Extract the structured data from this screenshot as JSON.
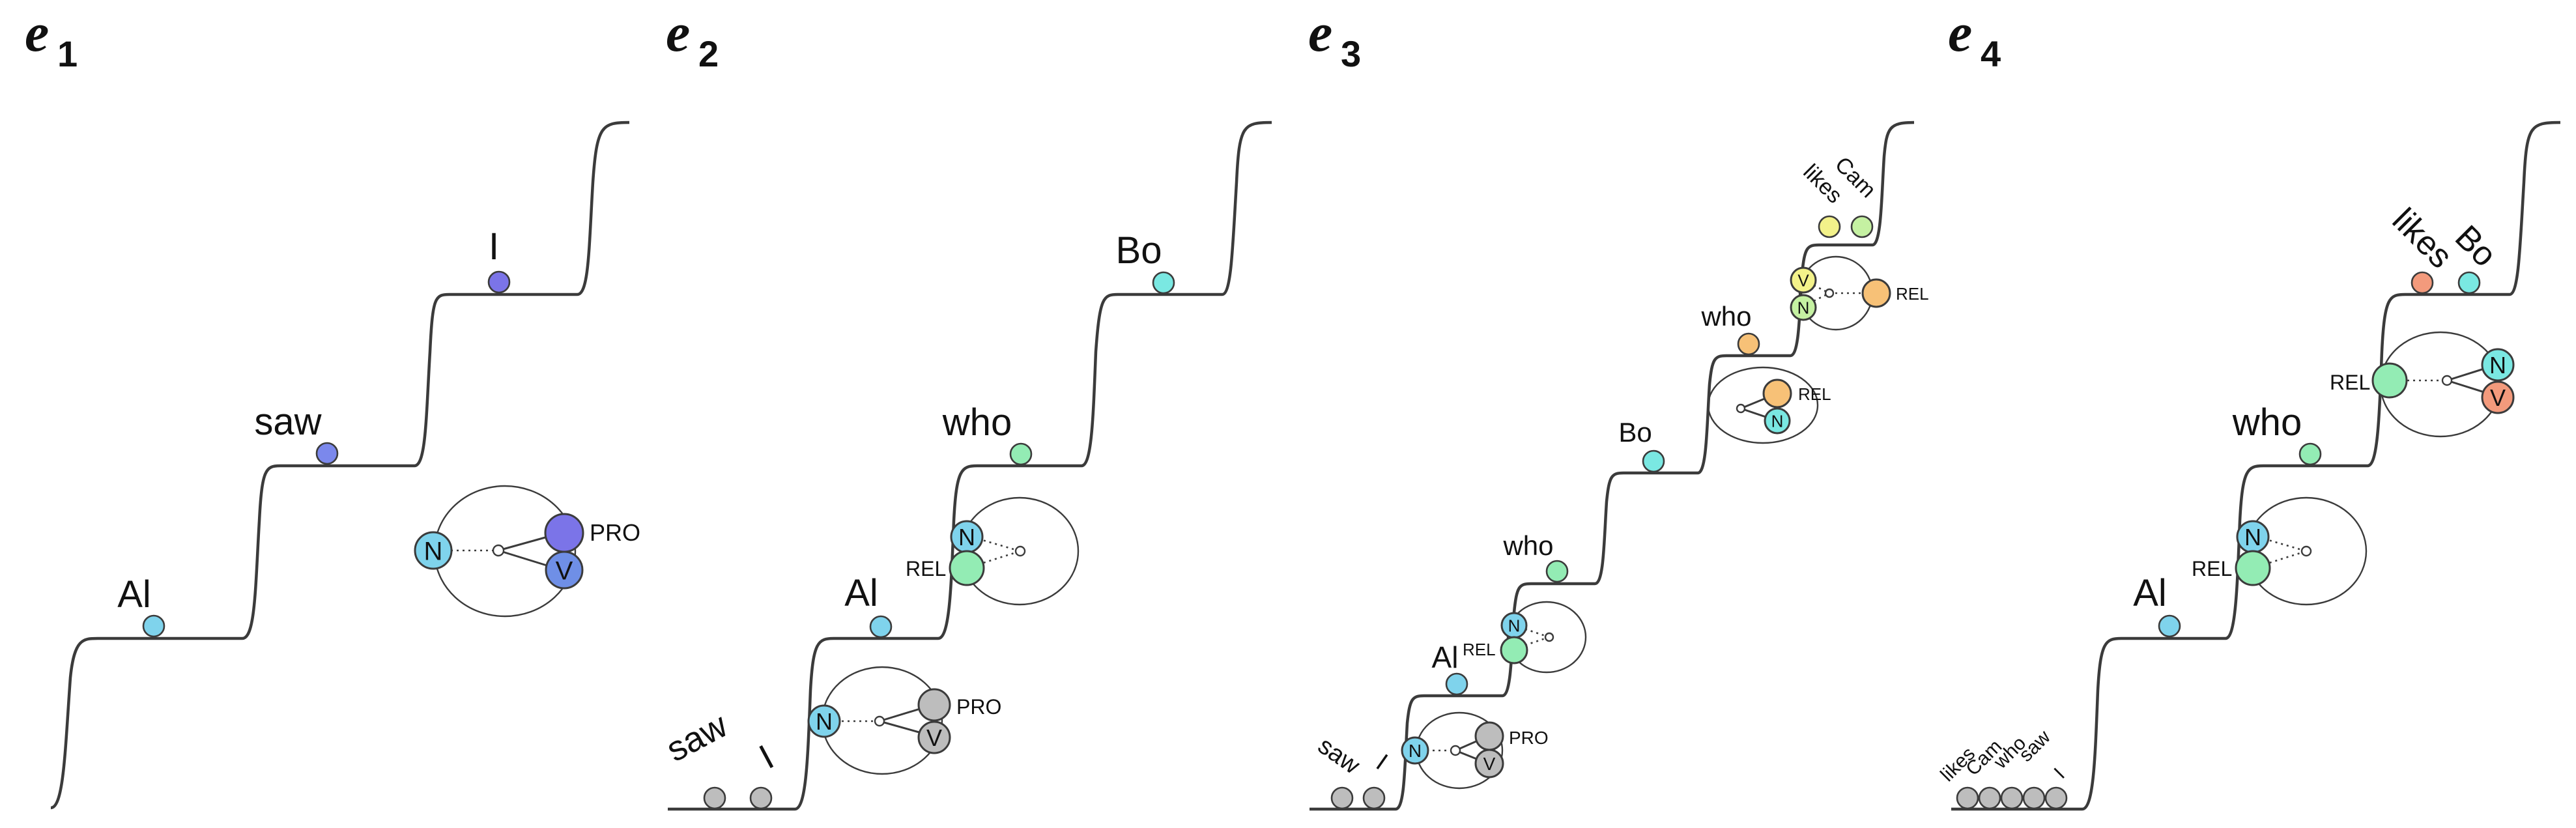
{
  "panels": [
    {
      "title": "e",
      "subscript": "1",
      "step_words": [
        "Al",
        "saw",
        "I"
      ],
      "step_colors": [
        "#7fd3ec",
        "#7b88ec",
        "#7b74e8"
      ],
      "baseline_words": [],
      "gizmos": [
        {
          "left_label": "N",
          "top_label": "",
          "bottom_label": "V",
          "side_text": "PRO",
          "left_color": "#7fd3ec",
          "top_color": "#7b74e8",
          "bottom_color": "#6f8fe6",
          "grey": false
        }
      ]
    },
    {
      "title": "e",
      "subscript": "2",
      "step_words": [
        "Al",
        "who",
        "Bo"
      ],
      "step_colors": [
        "#7fd3ec",
        "#93ecb4",
        "#7ae8e2"
      ],
      "baseline_words": [
        "saw",
        "I"
      ],
      "gizmos": [
        {
          "left_label": "N",
          "top_label": "",
          "bottom_label": "V",
          "side_text": "PRO",
          "left_color": "#7fd3ec",
          "top_color": "#bdbdbd",
          "bottom_color": "#bdbdbd",
          "grey": true
        },
        {
          "left_label": "N",
          "bottom_label": "",
          "side_text": "REL",
          "left_color": "#7fd3ec",
          "bottom_color": "#93ecb4"
        }
      ]
    },
    {
      "title": "e",
      "subscript": "3",
      "step_words": [
        "Al",
        "who",
        "Bo",
        "who"
      ],
      "step_colors": [
        "#7fd3ec",
        "#93ecb4",
        "#7ae8e2",
        "#f7c177"
      ],
      "top_words": [
        "likes",
        "Cam"
      ],
      "top_colors": [
        "#f3f28a",
        "#c5f1a2"
      ],
      "baseline_words": [
        "saw",
        "I"
      ],
      "gizmos": [
        {
          "left_label": "N",
          "top_label": "",
          "bottom_label": "V",
          "side_text": "PRO"
        },
        {
          "top_label": "N",
          "bottom_label": "",
          "side_text": "REL"
        },
        {
          "top_label": "",
          "bottom_label": "N",
          "side_text": "REL"
        },
        {
          "top_label": "V",
          "bottom_label": "N",
          "side_text": "REL"
        }
      ]
    },
    {
      "title": "e",
      "subscript": "4",
      "step_words": [
        "Al",
        "who"
      ],
      "step_colors": [
        "#7fd3ec",
        "#93ecb4"
      ],
      "top_words": [
        "likes",
        "Bo"
      ],
      "top_colors": [
        "#f39a7c",
        "#7ae8e2"
      ],
      "baseline_words": [
        "likes",
        "Cam",
        "who",
        "saw",
        "I"
      ],
      "gizmos": [
        {
          "top_label": "N",
          "bottom_label": "",
          "side_text": "REL"
        },
        {
          "top_label": "N",
          "bottom_label": "V",
          "side_text": "REL",
          "top_color": "#7ae8e2",
          "bottom_color": "#f39a7c",
          "left_color": "#93ecb4"
        }
      ]
    }
  ],
  "colors": {
    "grey": "#bdbdbd",
    "line": "#3b3b3b"
  }
}
